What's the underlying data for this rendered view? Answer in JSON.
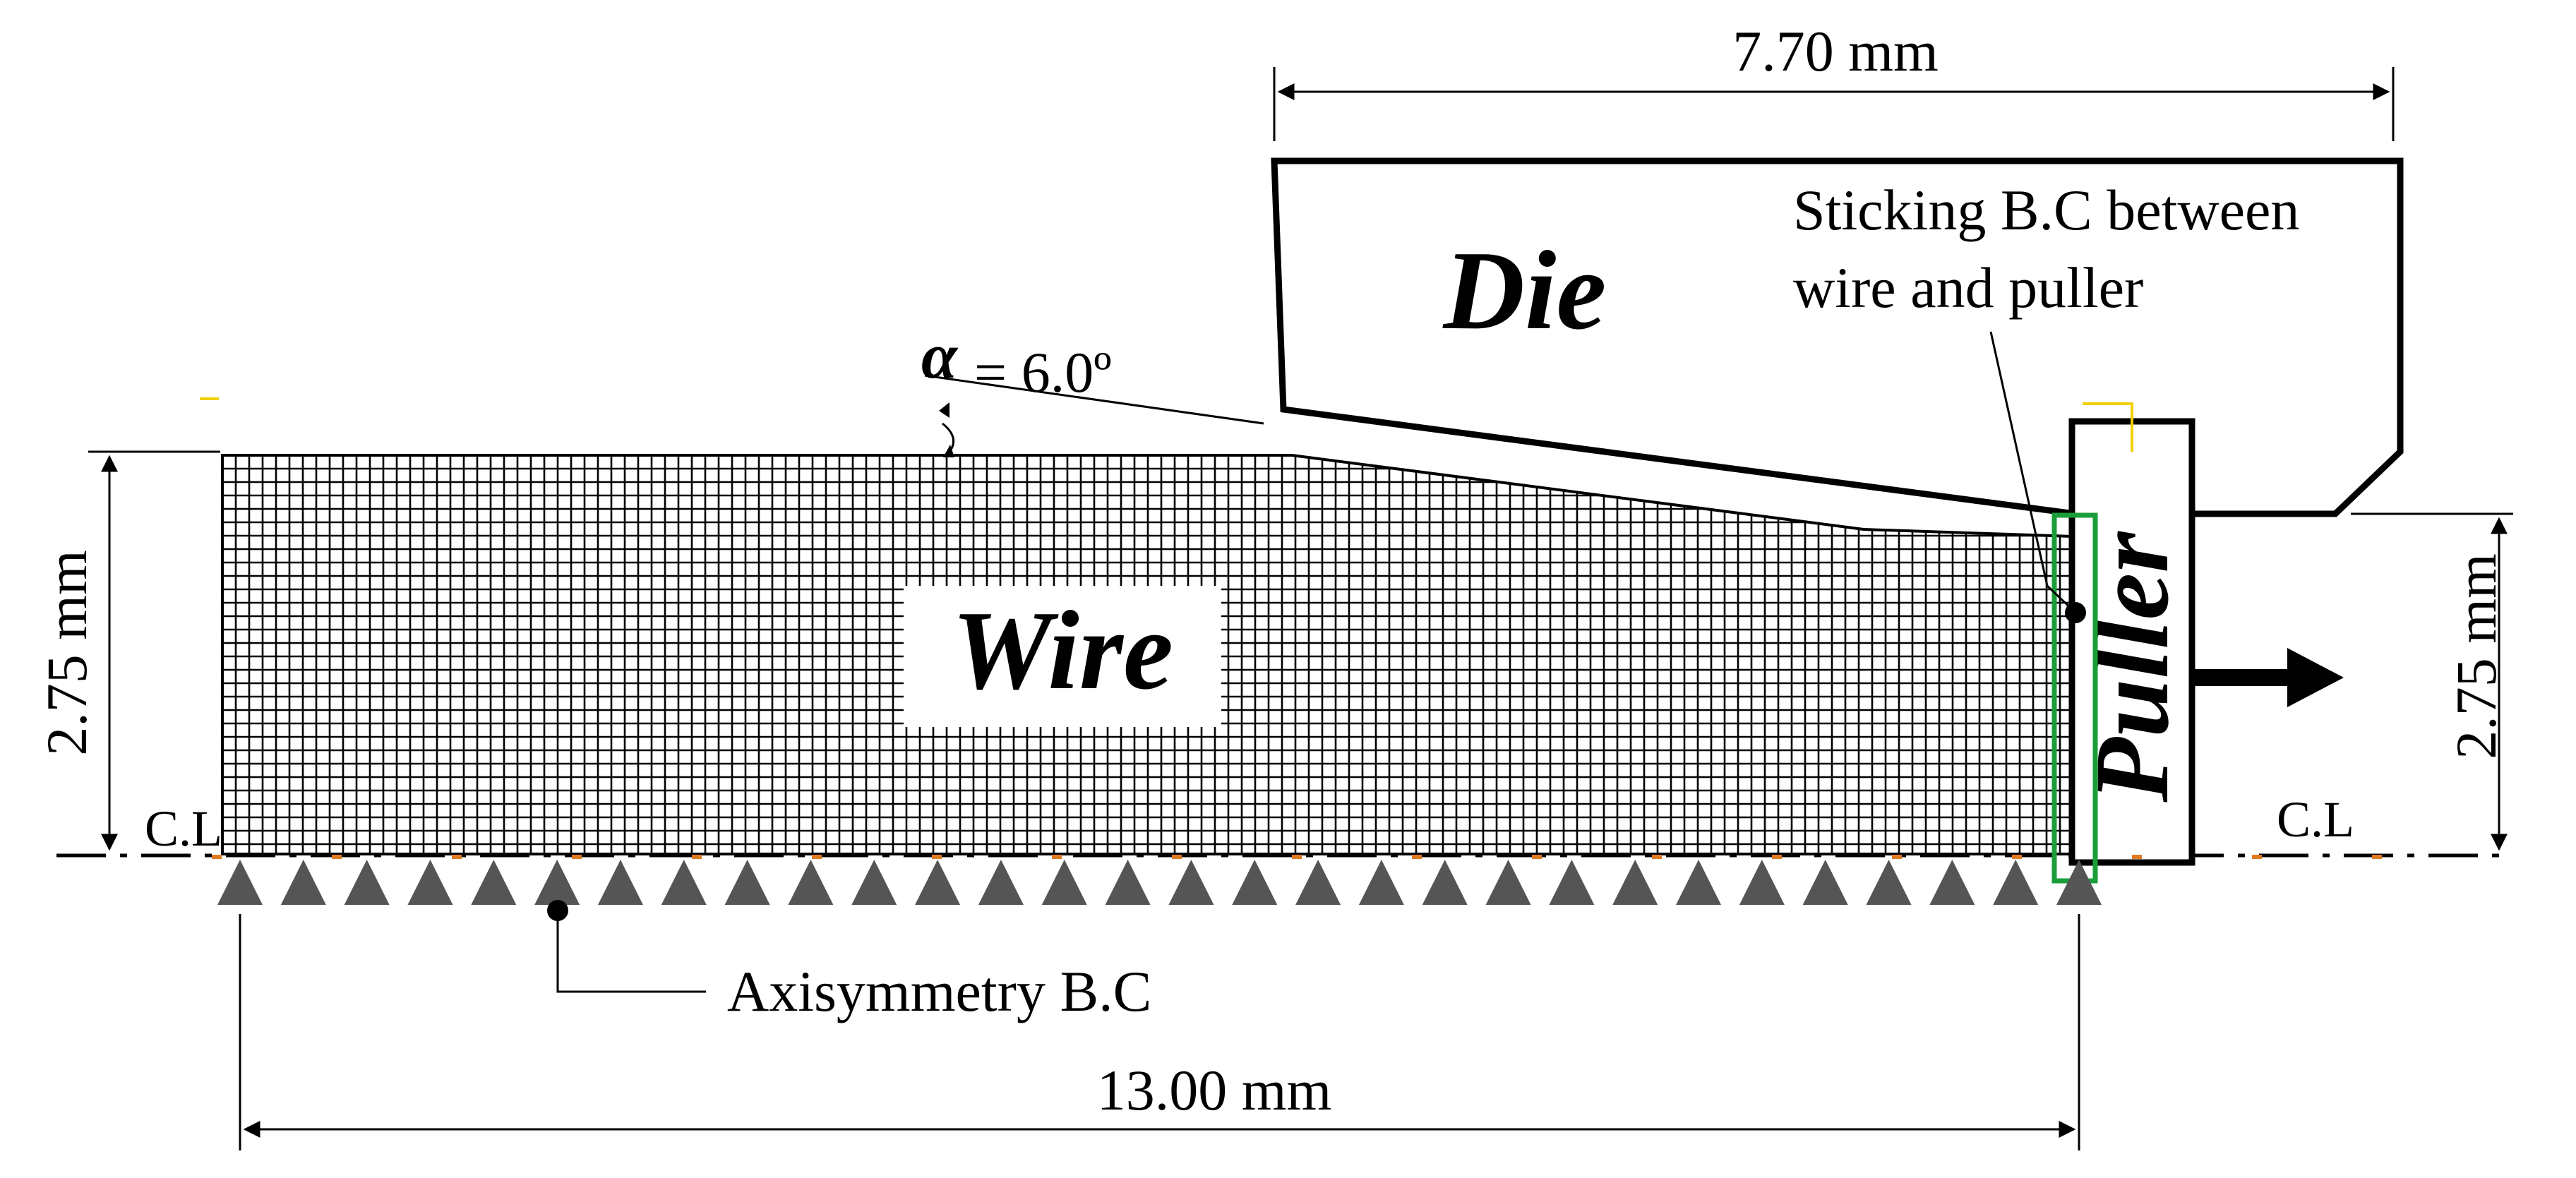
{
  "labels": {
    "die": "Die",
    "wire": "Wire",
    "puller": "Puller",
    "angle_symbol": "α",
    "angle_value": "= 6.0º",
    "sticking_line1": "Sticking B.C between",
    "sticking_line2": "wire and puller",
    "axisymmetry": "Axisymmetry B.C",
    "centerline_left": "C.L",
    "centerline_right": "C.L"
  },
  "dimensions": {
    "die_length": "7.70 mm",
    "wire_length": "13.00 mm",
    "left_height": "2.75 mm",
    "right_height": "2.75 mm"
  },
  "colors": {
    "mesh": "#000000",
    "support": "#555555",
    "highlight_box": "#1a9e3a",
    "centerline_marks": "#e07b1f",
    "stray_marks": "#f2d000"
  },
  "support_count": 30
}
